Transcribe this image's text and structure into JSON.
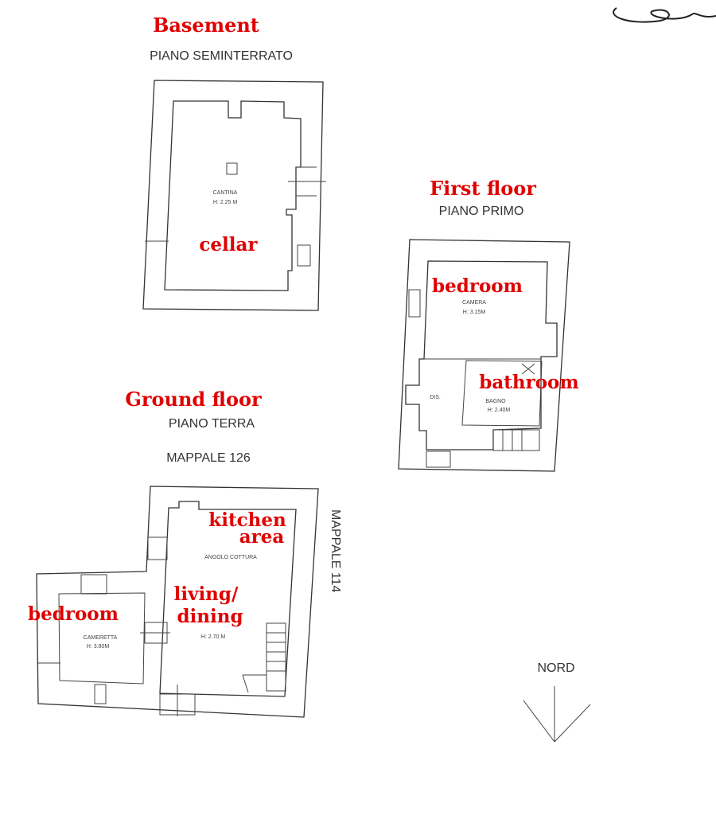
{
  "basement": {
    "heading": "Basement",
    "caption": "PIANO SEMINTERRATO",
    "room_name": "CANTINA",
    "room_height": "H: 2.25 M",
    "room_label": "cellar"
  },
  "first_floor": {
    "heading": "First floor",
    "caption": "PIANO PRIMO",
    "bedroom_label": "bedroom",
    "bedroom_name": "CAMERA",
    "bedroom_height": "H: 3.15M",
    "bathroom_label": "bathroom",
    "bathroom_name": "BAGNO",
    "bathroom_height": "H: 2.40M",
    "hall_name": "DIS."
  },
  "ground_floor": {
    "heading": "Ground floor",
    "caption": "PIANO TERRA",
    "parcel": "MAPPALE 126",
    "neighbor_parcel": "MAPPALE 114",
    "kitchen_label_1": "kitchen",
    "kitchen_label_2": "area",
    "kitchen_name": "ANGOLO COTTURA",
    "living_label_1": "living/",
    "living_label_2": "dining",
    "living_height": "H: 2.70 M",
    "bedroom_label": "bedroom",
    "bedroom_name": "CAMERETTA",
    "bedroom_height": "H: 3.80M"
  },
  "compass": {
    "label": "NORD"
  }
}
